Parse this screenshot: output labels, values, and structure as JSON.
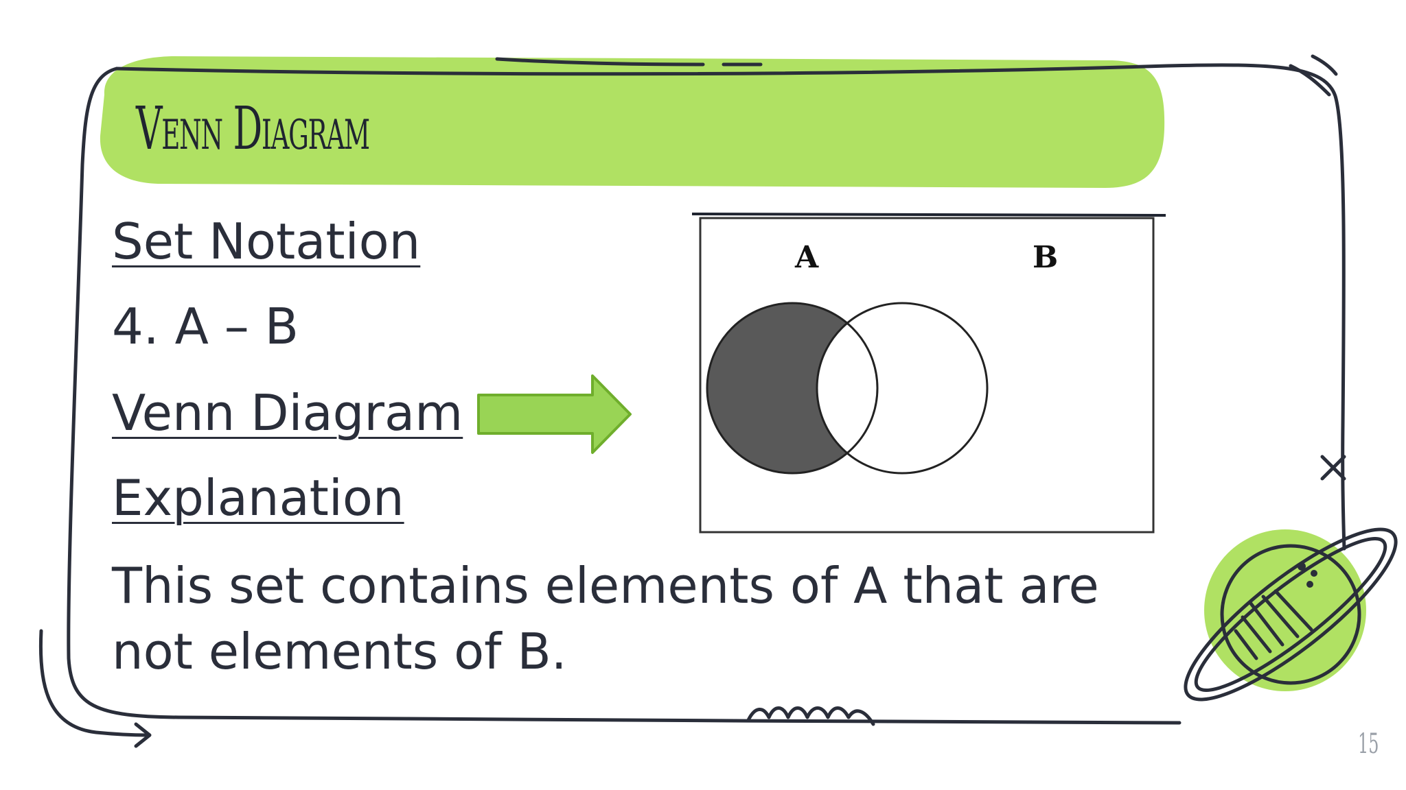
{
  "slide": {
    "title": "Venn Diagram",
    "set_notation_label": "Set Notation",
    "item": "4. A – B",
    "venn_label": "Venn Diagram",
    "explanation_label": "Explanation",
    "explanation_text": "This set contains elements of A that are not elements of B.",
    "page_number": "15"
  },
  "venn": {
    "set_a_label": "A",
    "set_b_label": "B",
    "shaded_region": "A minus B"
  },
  "colors": {
    "accent_green": "#b0e163",
    "arrow_green": "#99d455",
    "arrow_outline": "#6fae2c",
    "ink": "#2a2e3a",
    "shade": "#595959"
  }
}
